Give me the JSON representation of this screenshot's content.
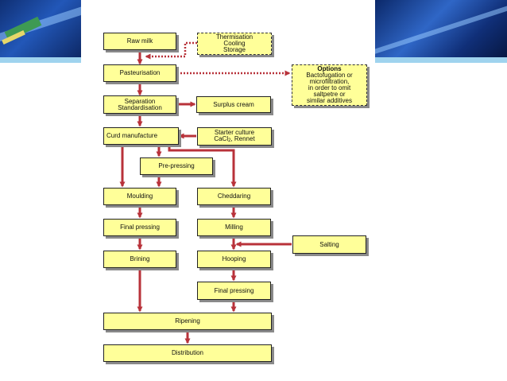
{
  "flowchart": {
    "raw_milk": "Raw milk",
    "thermisation": [
      "Thermisation",
      "Cooling",
      "Storage"
    ],
    "pasteurisation": "Pasteurisation",
    "options_title": "Options",
    "options_lines": [
      "Bactofugation or",
      "microfiltration,",
      "in order to omit",
      "saltpetre or",
      "similar additives"
    ],
    "separation": [
      "Separation",
      "Standardisation"
    ],
    "surplus_cream": "Surplus cream",
    "curd_manufacture": "Curd manufacture",
    "starter_line1": "Starter culture",
    "starter_line2_pre": "CaCl",
    "starter_line2_sub": "2",
    "starter_line2_post": ", Rennet",
    "pre_pressing": "Pre-pressing",
    "moulding": "Moulding",
    "cheddaring": "Cheddaring",
    "final_pressing_left": "Final pressing",
    "milling": "Milling",
    "salting": "Salting",
    "brining": "Brining",
    "hooping": "Hooping",
    "final_pressing_right": "Final pressing",
    "ripening": "Ripening",
    "distribution": "Distribution"
  },
  "colors": {
    "box_fill": "#ffff99",
    "arrow": "#b8323a",
    "dotted_arrow": "#b8323a",
    "slide_accent_blue": "#1f4fa8",
    "slide_accent_light": "#9fd3ee"
  }
}
